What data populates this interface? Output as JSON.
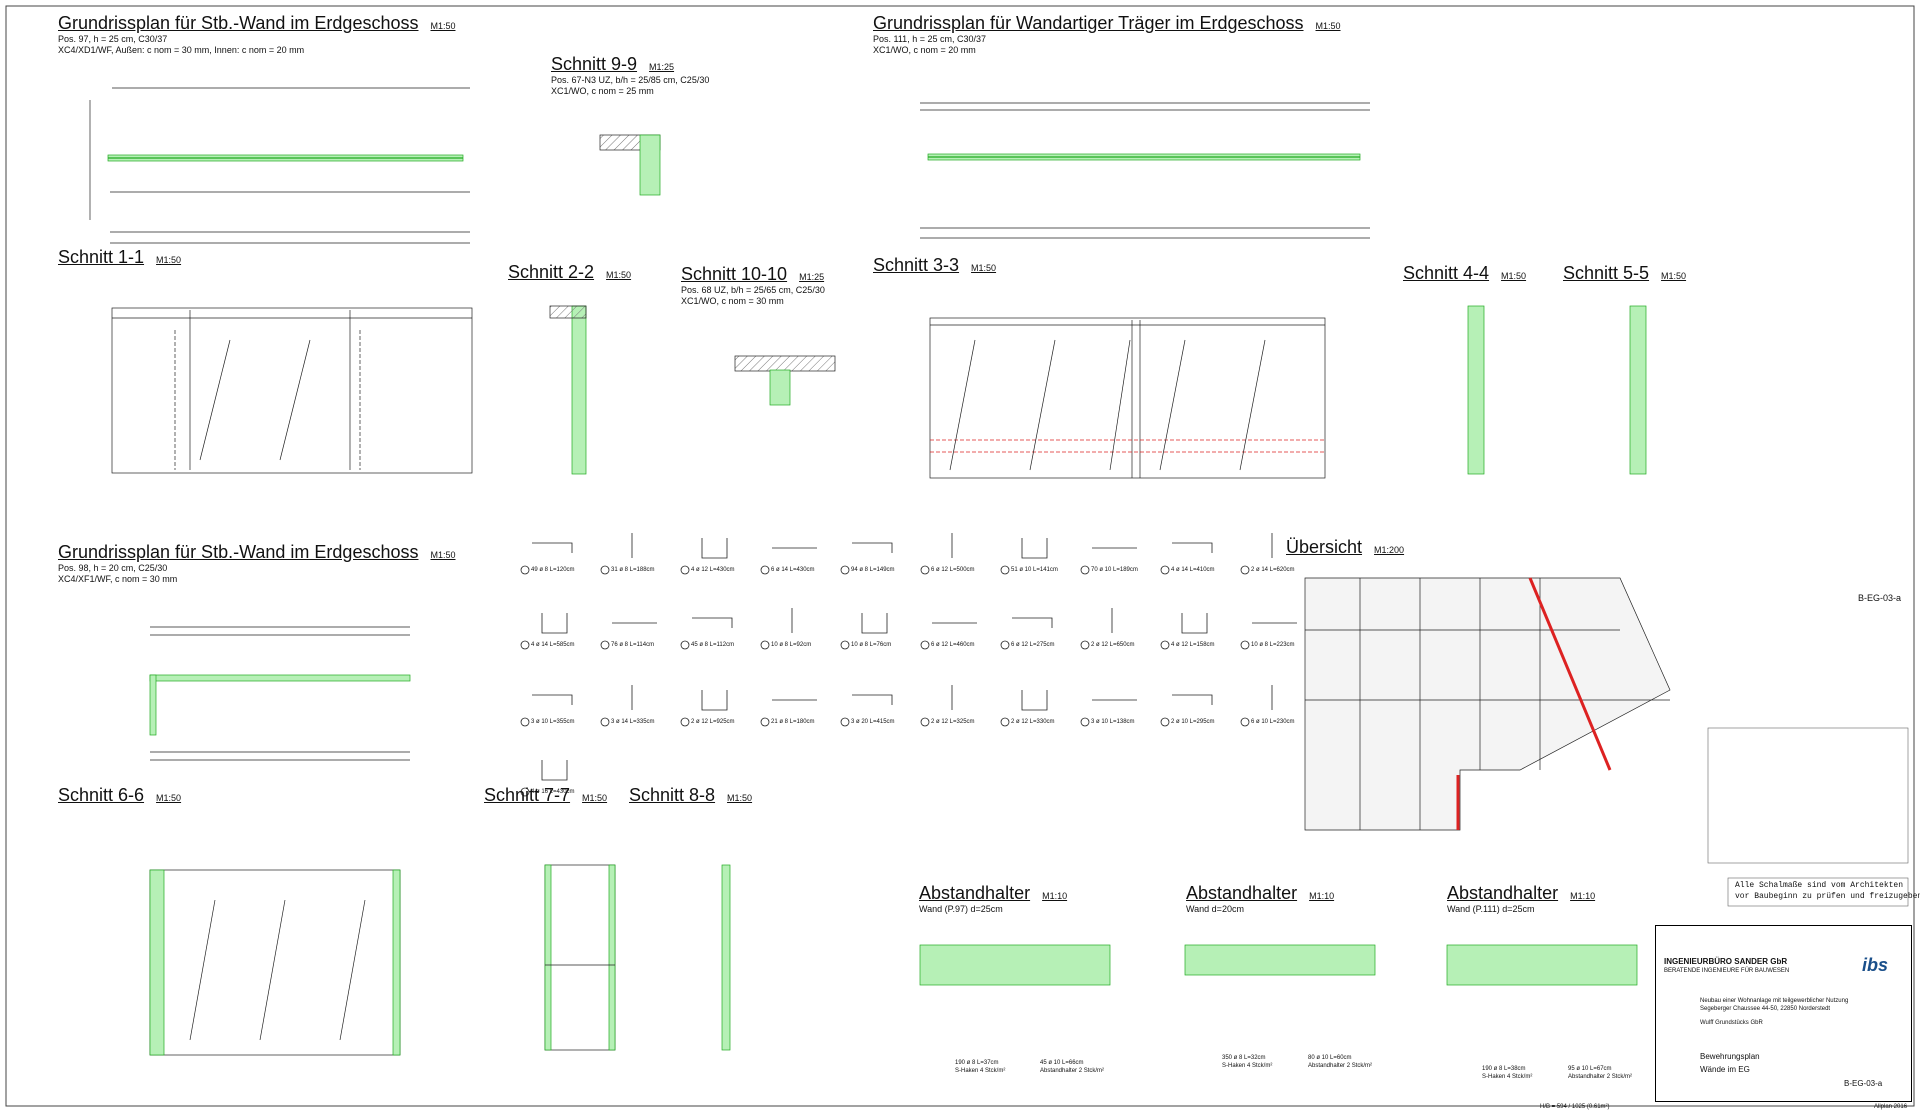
{
  "sheet_code": "B-EG-03-a",
  "software": "Allplan 2016",
  "format": "H/B = 594 / 1025 (0.61m²)",
  "views": {
    "plan_p97": {
      "title": "Grundrissplan für Stb.-Wand im Erdgeschoss",
      "scale": "M1:50",
      "line1": "Pos. 97, h = 25 cm, C30/37",
      "line2": "XC4/XD1/WF, Außen: c nom = 30 mm, Innen: c nom = 20 mm"
    },
    "plan_p111": {
      "title": "Grundrissplan für Wandartiger Träger im Erdgeschoss",
      "scale": "M1:50",
      "line1": "Pos. 111, h = 25 cm, C30/37",
      "line2": "XC1/WO, c nom = 20 mm"
    },
    "plan_p98": {
      "title": "Grundrissplan für Stb.-Wand im Erdgeschoss",
      "scale": "M1:50",
      "line1": "Pos. 98, h = 20 cm, C25/30",
      "line2": "XC4/XF1/WF, c nom = 30 mm"
    },
    "s99": {
      "title": "Schnitt 9-9",
      "scale": "M1:25",
      "line1": "Pos. 67-N3 UZ, b/h = 25/85 cm, C25/30",
      "line2": "XC1/WO, c nom = 25 mm"
    },
    "s1010": {
      "title": "Schnitt 10-10",
      "scale": "M1:25",
      "line1": "Pos. 68 UZ, b/h = 25/65 cm, C25/30",
      "line2": "XC1/WO, c nom = 30 mm"
    },
    "s11": {
      "title": "Schnitt 1-1",
      "scale": "M1:50"
    },
    "s22": {
      "title": "Schnitt 2-2",
      "scale": "M1:50"
    },
    "s33": {
      "title": "Schnitt 3-3",
      "scale": "M1:50"
    },
    "s44": {
      "title": "Schnitt 4-4",
      "scale": "M1:50"
    },
    "s55": {
      "title": "Schnitt 5-5",
      "scale": "M1:50"
    },
    "s66": {
      "title": "Schnitt 6-6",
      "scale": "M1:50"
    },
    "s77": {
      "title": "Schnitt 7-7",
      "scale": "M1:50"
    },
    "s88": {
      "title": "Schnitt 8-8",
      "scale": "M1:50"
    },
    "overview": {
      "title": "Übersicht",
      "scale": "M1:200"
    },
    "ah1": {
      "title": "Abstandhalter",
      "scale": "M1:10",
      "sub": "Wand (P.97) d=25cm"
    },
    "ah2": {
      "title": "Abstandhalter",
      "scale": "M1:10",
      "sub": "Wand d=20cm"
    },
    "ah3": {
      "title": "Abstandhalter",
      "scale": "M1:10",
      "sub": "Wand (P.111) d=25cm"
    }
  },
  "bars": [
    "49 ø 8 L=120cm",
    "31 ø 8 L=188cm",
    "4 ø 12 L=430cm",
    "6 ø 14 L=430cm",
    "94 ø 8 L=149cm",
    "6 ø 12 L=500cm",
    "51 ø 10 L=141cm",
    "70 ø 10 L=189cm",
    "4 ø 14 L=410cm",
    "2 ø 14 L=620cm",
    "4 ø 14 L=585cm",
    "76 ø 8 L=114cm",
    "45 ø 8 L=112cm",
    "10 ø 8 L=92cm",
    "10 ø 8 L=76cm",
    "6 ø 12 L=460cm",
    "6 ø 12 L=275cm",
    "2 ø 12 L=650cm",
    "4 ø 12 L=158cm",
    "10 ø 8 L=223cm",
    "3 ø 10 L=355cm",
    "3 ø 14 L=335cm",
    "2 ø 12 L=925cm",
    "21 ø 8 L=180cm",
    "3 ø 20 L=415cm",
    "2 ø 12 L=325cm",
    "2 ø 12 L=330cm",
    "3 ø 10 L=138cm",
    "2 ø 10 L=295cm",
    "6 ø 10 L=230cm",
    "4 ø 16 L=430cm"
  ],
  "spacers": [
    {
      "a": "190 ø 8 L=37cm",
      "a2": "S-Haken 4 Stck/m²",
      "b": "45 ø 10 L=66cm",
      "b2": "Abstandhalter 2 Stck/m²"
    },
    {
      "a": "350 ø 8 L=32cm",
      "a2": "S-Haken 4 Stck/m²",
      "b": "80 ø 10 L=60cm",
      "b2": "Abstandhalter 2 Stck/m²"
    },
    {
      "a": "190 ø 8 L=38cm",
      "a2": "S-Haken 4 Stck/m²",
      "b": "95 ø 10 L=67cm",
      "b2": "Abstandhalter 2 Stck/m²"
    }
  ],
  "note": [
    "Alle Schalmaße sind vom Architekten",
    "vor Baubeginn zu prüfen und freizugeben!"
  ],
  "titleblock": {
    "office": "INGENIEURBÜRO SANDER GbR",
    "office_sub": "BERATENDE INGENIEURE FÜR BAUWESEN",
    "project": "Neubau einer Wohnanlage mit teilgewerblicher Nutzung",
    "address": "Segeberger Chaussee 44-50,  22850 Norderstedt",
    "client": "Wulff Grundstücks GbR",
    "plan1": "Bewehrungsplan",
    "plan2": "Wände im EG",
    "plan_no": "B-EG-03-a",
    "logo": "ibs"
  },
  "colors": {
    "concrete": "#b6f0b6",
    "rebar": "#2aa02a",
    "cut": "#d22"
  }
}
